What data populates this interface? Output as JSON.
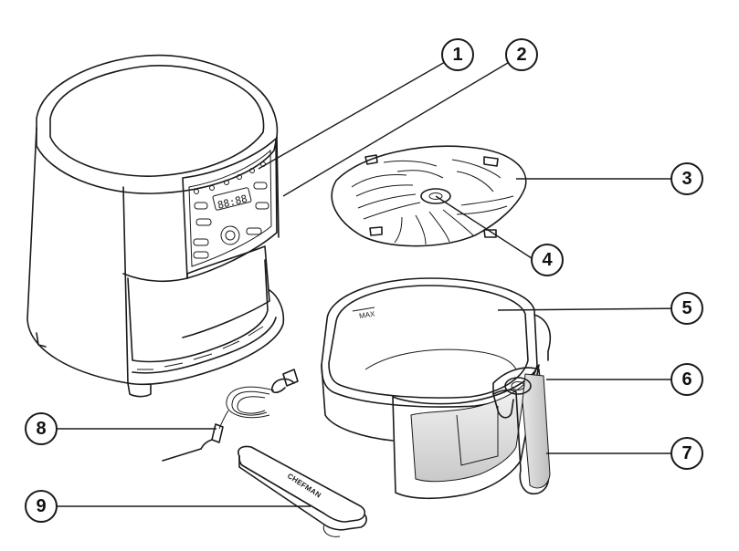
{
  "callouts": [
    {
      "number": "1"
    },
    {
      "number": "2"
    },
    {
      "number": "3"
    },
    {
      "number": "4"
    },
    {
      "number": "5"
    },
    {
      "number": "6"
    },
    {
      "number": "7"
    },
    {
      "number": "8"
    },
    {
      "number": "9"
    }
  ],
  "basket": {
    "max_label": "MAX"
  },
  "cover": {
    "brand_label": "CHEFMAN"
  },
  "display": {
    "digits": "88:88"
  },
  "colors": {
    "line": "#1a1a1a",
    "background": "#ffffff",
    "window_gradient_start": "#f2f2f2",
    "window_gradient_end": "#cfcfcf"
  }
}
